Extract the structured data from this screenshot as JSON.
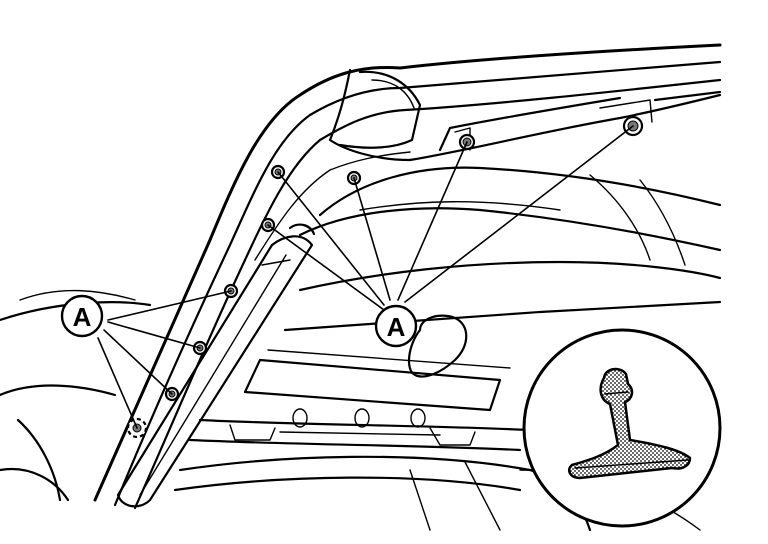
{
  "callouts": [
    {
      "label": "A"
    },
    {
      "label": "A"
    }
  ],
  "part_symbol": "clip-fastener",
  "colors": {
    "line": "#000000",
    "background": "#ffffff",
    "stipple": "#777777"
  }
}
